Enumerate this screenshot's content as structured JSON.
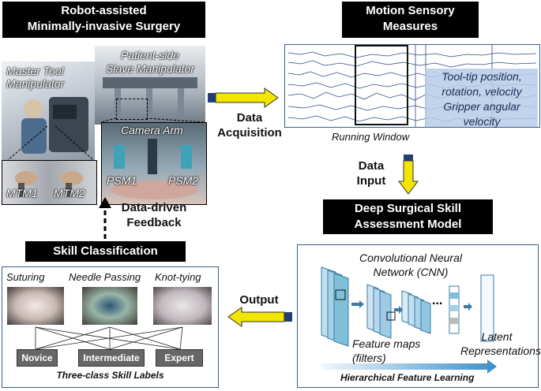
{
  "titles": {
    "surgery_line1": "Robot-assisted",
    "surgery_line2": "Minimally-invasive Surgery",
    "motion_line1": "Motion Sensory",
    "motion_line2": "Measures",
    "model_line1": "Deep Surgical Skill",
    "model_line2": "Assessment Model",
    "skill": "Skill Classification"
  },
  "robot": {
    "master_line1": "Master Tool",
    "master_line2": "Manipulator",
    "slave_line1": "Patient-side",
    "slave_line2": "Slave Manipulator",
    "camera_arm": "Camera Arm",
    "mtm1": "MTM1",
    "mtm2": "MTM2",
    "psm1": "PSM1",
    "psm2": "PSM2"
  },
  "arrows": {
    "data_acq_line1": "Data",
    "data_acq_line2": "Acquisition",
    "data_input_line1": "Data",
    "data_input_line2": "Input",
    "feedback_line1": "Data-driven",
    "feedback_line2": "Feedback",
    "output": "Output"
  },
  "motion": {
    "overlay_lines": [
      "Tool-tip position,",
      "rotation, velocity",
      "Gripper angular",
      "velocity"
    ],
    "running_window": "Running Window"
  },
  "model": {
    "cnn_line1": "Convolutional Neural",
    "cnn_line2": "Network (CNN)",
    "feature_line1": "Feature maps",
    "feature_line2": "(filters)",
    "latent_line1": "Latent",
    "latent_line2": "Representations",
    "ellipsis": "...",
    "hierarchical": "Hierarchical Feature Learning"
  },
  "skill": {
    "tasks": [
      "Suturing",
      "Needle Passing",
      "Knot-tying"
    ],
    "levels": [
      "Novice",
      "Intermediate",
      "Expert"
    ],
    "caption": "Three-class Skill Labels"
  },
  "colors": {
    "arrow_fill": "#f2e600",
    "arrow_dark": "#1f3f75",
    "panel_border": "#3a5f8a",
    "overlay_bg": "#b7cde8",
    "cnn_light": "#cfe4f3",
    "cnn_mid": "#7fbfd9"
  }
}
